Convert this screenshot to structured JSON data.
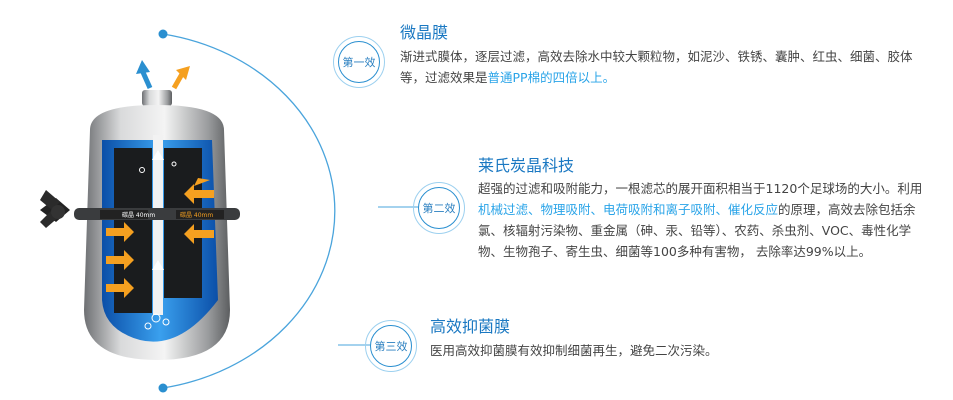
{
  "stages": [
    {
      "badge": "第一效",
      "title": "微晶膜",
      "desc_before": "渐进式膜体，逐层过滤，高效去除水中较大颗粒物，如泥沙、铁锈、囊肿、红虫、细菌、胶体等，过滤效果是",
      "desc_highlight": "普通PP棉的四倍以上。",
      "desc_after": ""
    },
    {
      "badge": "第二效",
      "title": "莱氏炭晶科技",
      "desc_before": "超强的过滤和吸附能力，一根滤芯的展开面积相当于1120个足球场的大小。利用",
      "desc_highlight": "机械过滤、物理吸附、电荷吸附和离子吸附、催化反应",
      "desc_after": "的原理，高效去除包括余氯、核辐射污染物、重金属（砷、汞、铅等）、农药、杀虫剂、VOC、毒性化学物、生物孢子、寄生虫、细菌等100多种有害物， 去除率达99%以上。"
    },
    {
      "badge": "第三效",
      "title": "高效抑菌膜",
      "desc_before": "医用高效抑菌膜有效抑制细菌再生，避免二次污染。",
      "desc_highlight": "",
      "desc_after": ""
    }
  ],
  "product": {
    "label_left": "碳晶 40mm",
    "label_right": "碳晶 40mm"
  },
  "colors": {
    "accent": "#1a78c2",
    "highlight": "#2aa4e8",
    "arc": "#3a9ad8",
    "arrow_orange": "#f5a020",
    "arrow_blue": "#2a8fd0"
  }
}
